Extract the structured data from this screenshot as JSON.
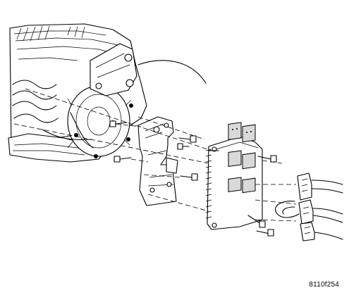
{
  "figure": {
    "reference_code": "8110f254",
    "parts": {
      "engine": "engine-block",
      "bracket": "mounting-bracket",
      "controller": "control-module",
      "connectors": "wiring-connectors"
    }
  }
}
